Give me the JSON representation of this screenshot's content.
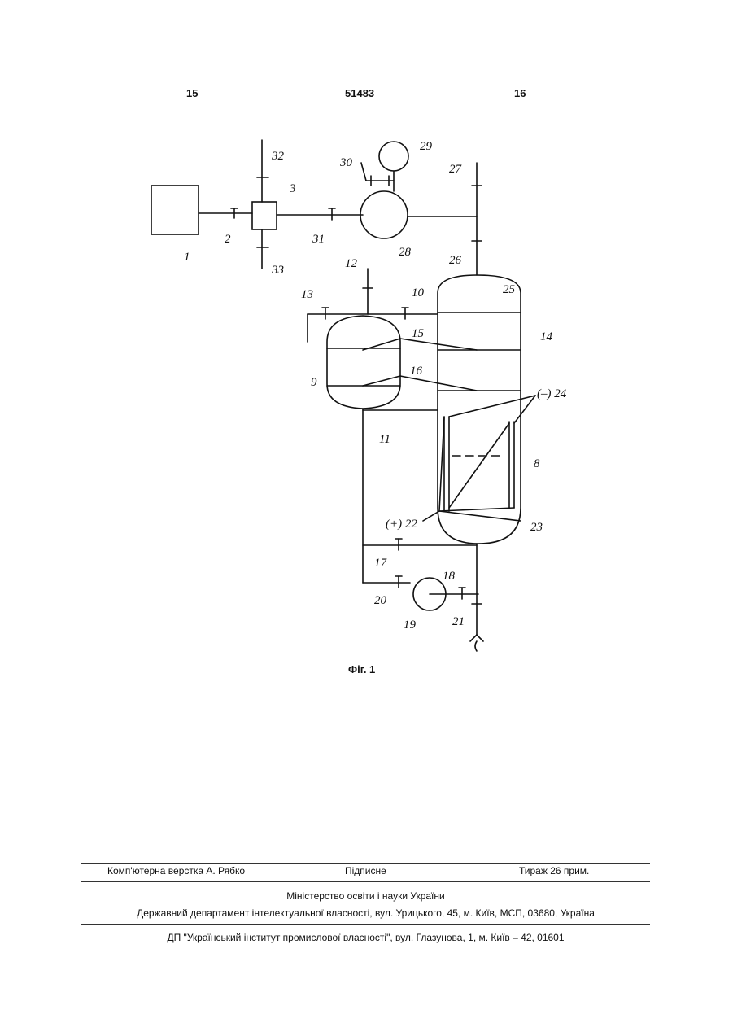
{
  "header": {
    "left_page": "15",
    "patent_number": "51483",
    "right_page": "16"
  },
  "figure": {
    "caption": "Фіг. 1",
    "labels": {
      "l1": "1",
      "l2": "2",
      "l3": "3",
      "l8": "8",
      "l9": "9",
      "l10": "10",
      "l11": "11",
      "l12": "12",
      "l13": "13",
      "l14": "14",
      "l15": "15",
      "l16": "16",
      "l17": "17",
      "l18": "18",
      "l19": "19",
      "l20": "20",
      "l21": "21",
      "l22": "(+) 22",
      "l23": "23",
      "l24": "(–) 24",
      "l25": "25",
      "l26": "26",
      "l27": "27",
      "l28": "28",
      "l29": "29",
      "l30": "30",
      "l31": "31",
      "l32": "32",
      "l33": "33"
    }
  },
  "footer": {
    "layout": "Комп'ютерна верстка А. Рябко",
    "signed": "Підписне",
    "circulation": "Тираж 26 прим.",
    "ministry": "Міністерство освіти і науки України",
    "department": "Державний департамент інтелектуальної власності, вул. Урицького, 45, м. Київ, МСП, 03680, Україна",
    "institute": "ДП \"Український інститут промислової власності\", вул. Глазунова, 1, м. Київ – 42, 01601"
  }
}
